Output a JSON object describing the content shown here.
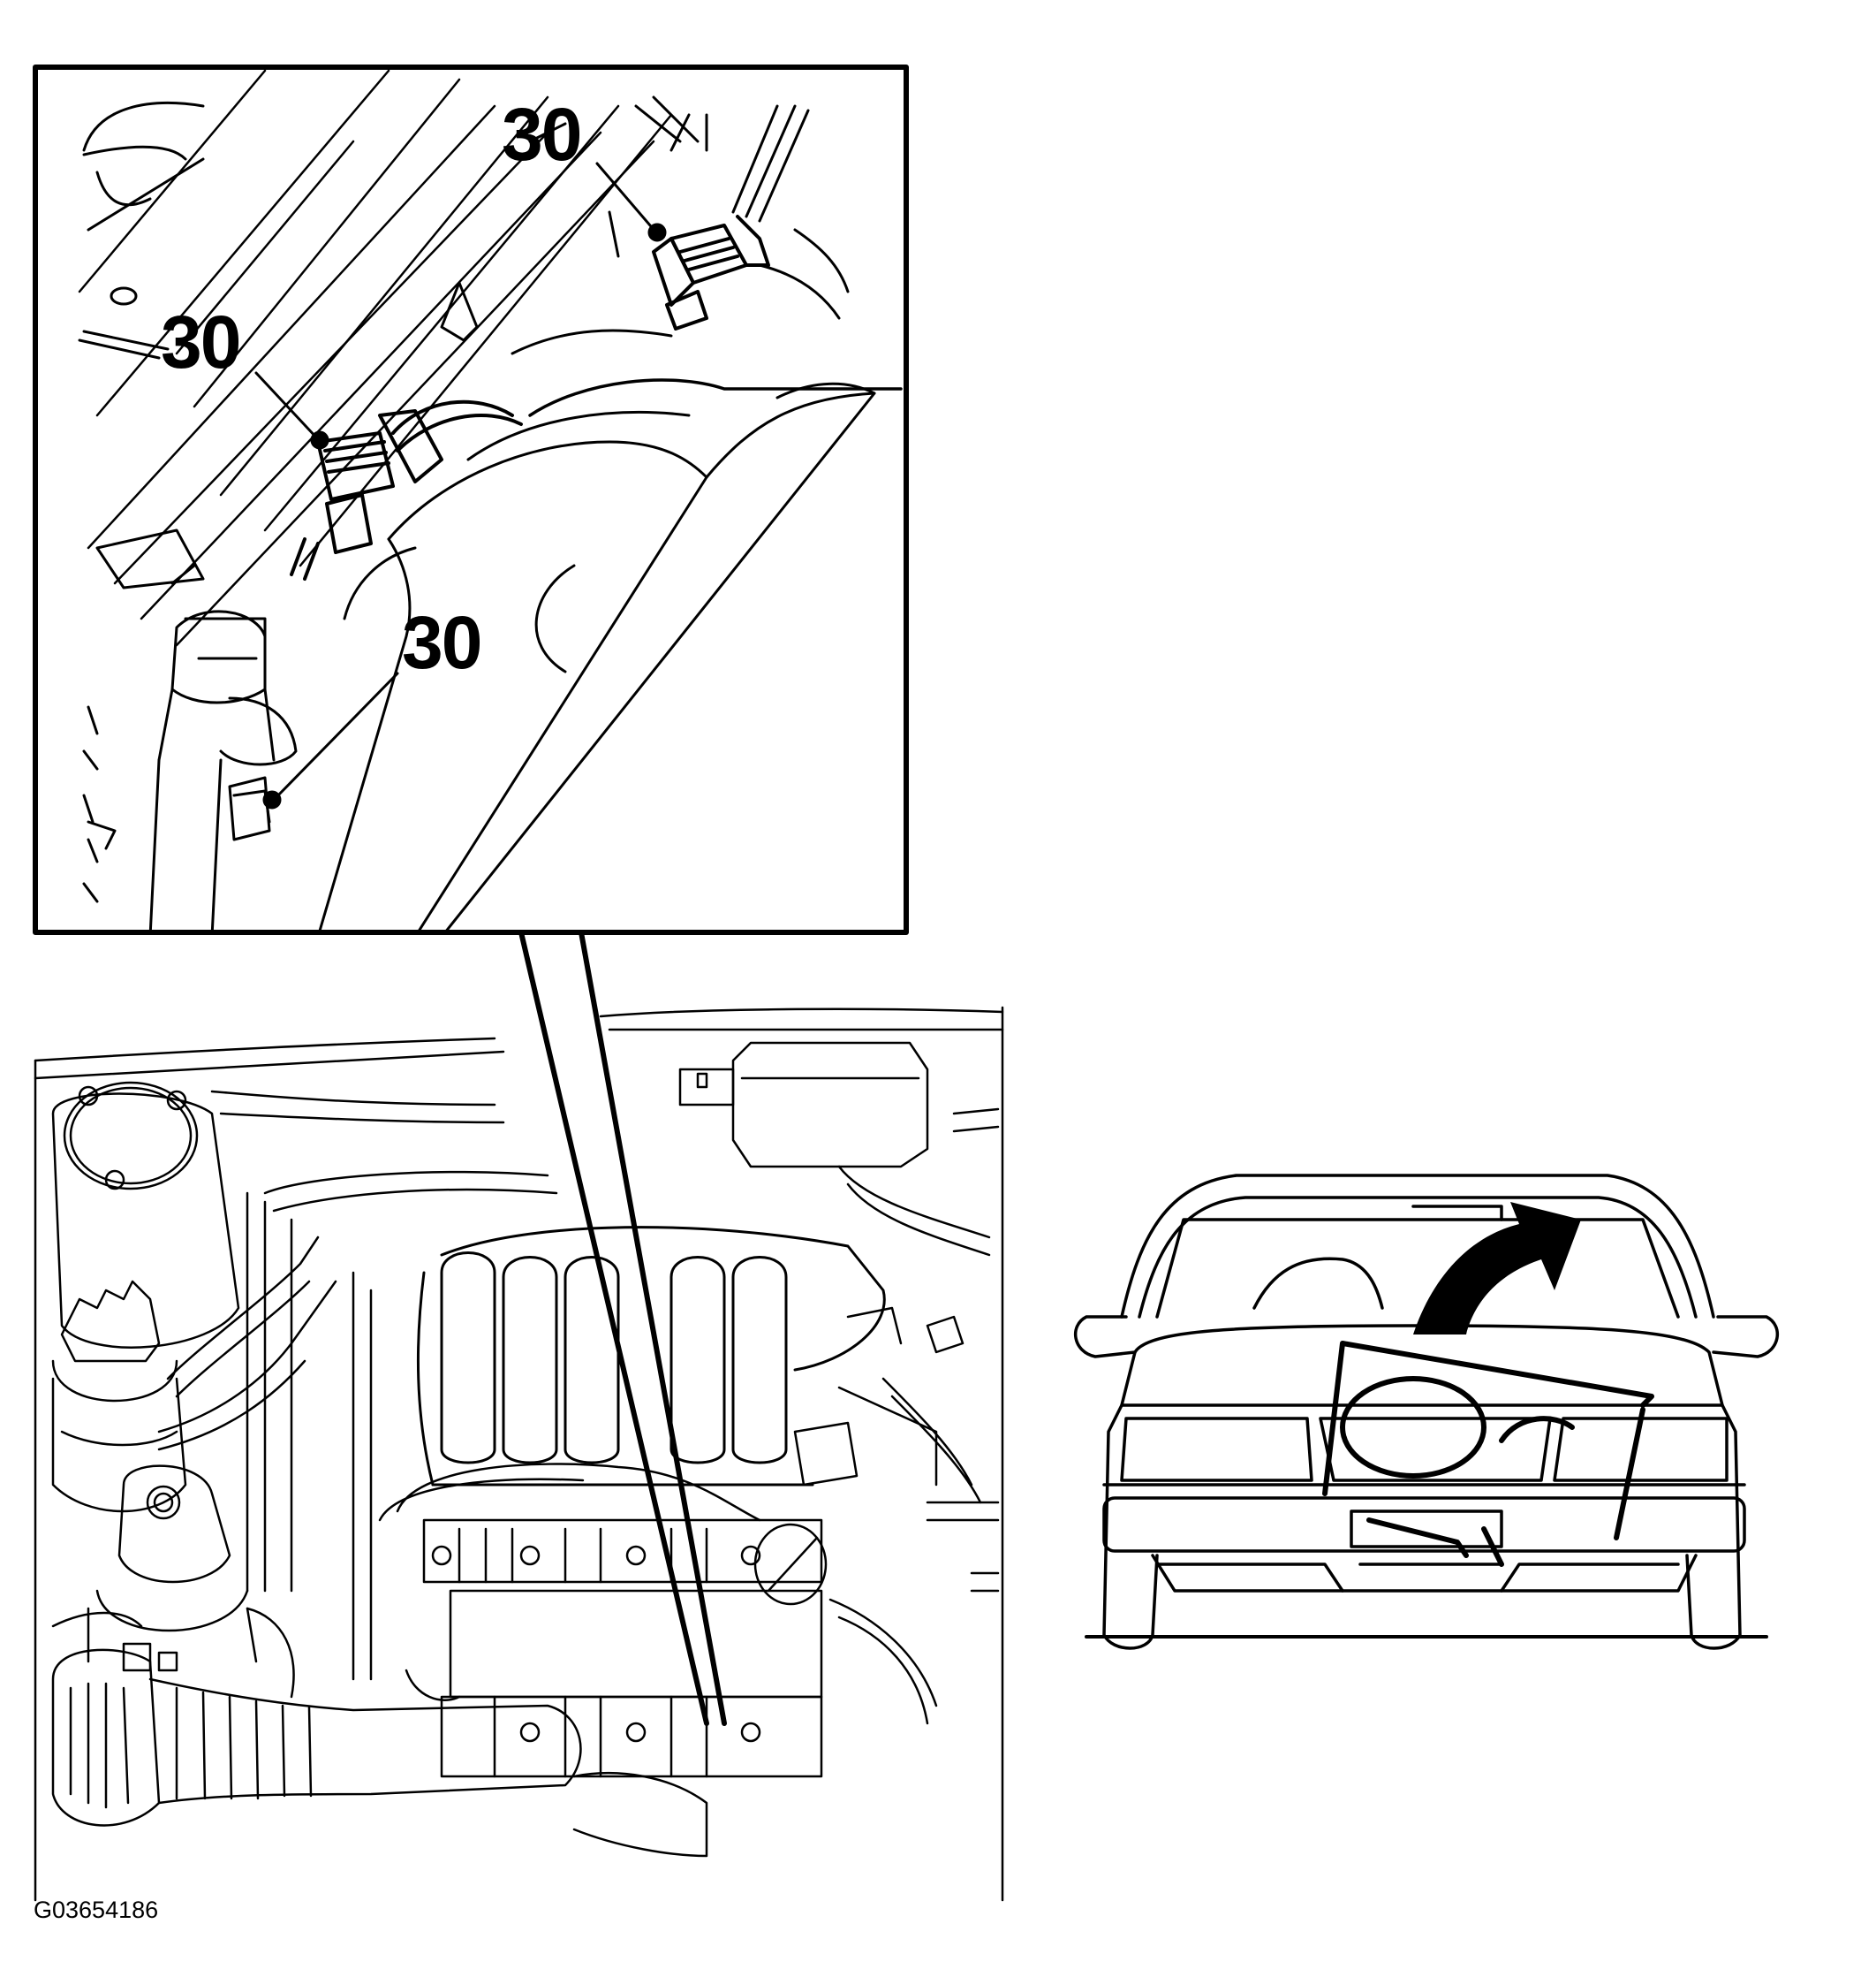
{
  "callouts": [
    "30",
    "30",
    "30"
  ],
  "figure_id": "G03654186",
  "colors": {
    "ink": "#000000",
    "paper": "#ffffff"
  }
}
